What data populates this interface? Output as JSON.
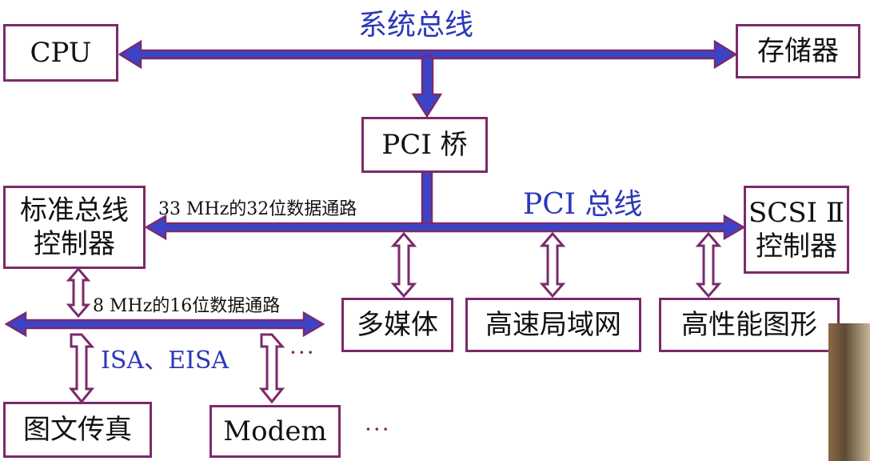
{
  "title_system_bus": "系统总线",
  "title_pci_bus": "PCI 总线",
  "title_isa": "ISA、EISA",
  "label_pci_speed": "33 MHz的32位数据通路",
  "label_isa_speed": "8 MHz的16位数据通路",
  "nodes": {
    "cpu": "CPU",
    "memory": "存储器",
    "pci_bridge": "PCI 桥",
    "std_bus_ctrl_line1": "标准总线",
    "std_bus_ctrl_line2": "控制器",
    "scsi_line1": "SCSI Ⅱ",
    "scsi_line2": "控制器",
    "multimedia": "多媒体",
    "lan": "高速局域网",
    "graphics": "高性能图形",
    "fax": "图文传真",
    "modem": "Modem"
  },
  "ellipsis_isa": "···",
  "ellipsis_bottom": "···",
  "colors": {
    "bus": "#3b44c8",
    "border": "#7b2a6b",
    "title": "#2b38b8"
  }
}
